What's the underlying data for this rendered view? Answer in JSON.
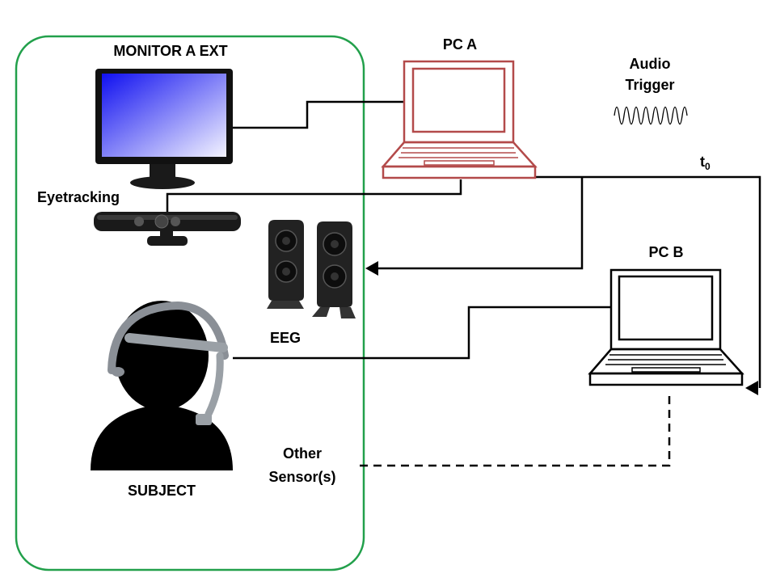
{
  "labels": {
    "monitor_group": "MONITOR A EXT",
    "pc_a": "PC A",
    "pc_b": "PC B",
    "audio_line1": "Audio",
    "audio_line2": "Trigger",
    "t0_base": "t",
    "t0_sub": "0",
    "eyetracking": "Eyetracking",
    "eeg": "EEG",
    "other_line1": "Other",
    "other_line2": "Sensor(s)",
    "subject": "SUBJECT"
  },
  "colors": {
    "group_border": "#22a04b",
    "pc_a": "#b34a4a",
    "wire": "#000000"
  },
  "icons": {
    "monitor": "monitor-icon",
    "pc_a": "laptop-icon",
    "pc_b": "laptop-icon",
    "eyetracker": "eyetracker-icon",
    "speakers": "speakers-icon",
    "subject": "person-with-eeg-headset-icon",
    "audio": "audio-waveform-icon"
  }
}
